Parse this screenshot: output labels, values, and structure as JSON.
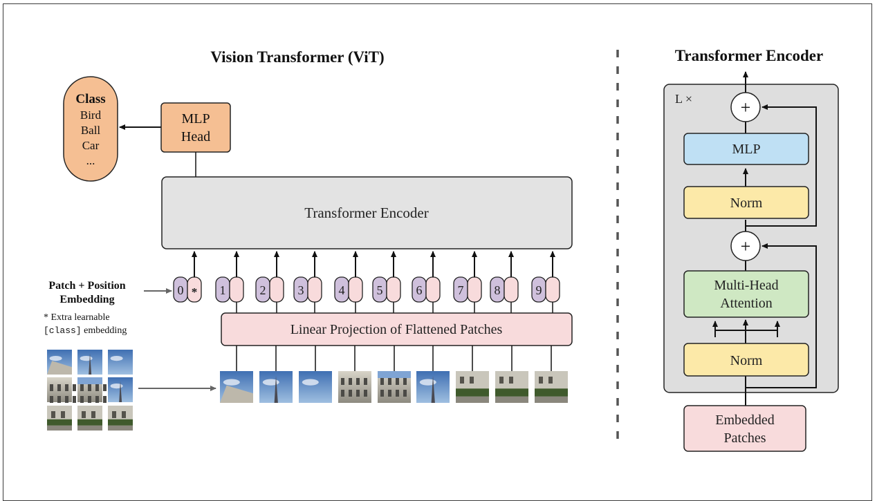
{
  "vit": {
    "title": "Vision Transformer (ViT)",
    "mlp_head": {
      "line1": "MLP",
      "line2": "Head"
    },
    "class_box": {
      "heading": "Class",
      "items": [
        "Bird",
        "Ball",
        "Car",
        "..."
      ]
    },
    "encoder_label": "Transformer Encoder",
    "embedding_label": {
      "line1": "Patch + Position",
      "line2": "Embedding"
    },
    "extra_note": {
      "line1": "* Extra learnable",
      "line2_code": "[class]",
      "line2_rest": " embedding"
    },
    "tokens": [
      "0",
      "1",
      "2",
      "3",
      "4",
      "5",
      "6",
      "7",
      "8",
      "9"
    ],
    "class_token_marker": "*",
    "projection_label": "Linear Projection of Flattened Patches",
    "patch_count": 9
  },
  "encoder_detail": {
    "title": "Transformer Encoder",
    "repeat_label": "L ×",
    "plus_symbol": "+",
    "mlp": "MLP",
    "norm_top": "Norm",
    "attention": {
      "line1": "Multi-Head",
      "line2": "Attention"
    },
    "norm_bottom": "Norm",
    "embedded": {
      "line1": "Embedded",
      "line2": "Patches"
    }
  },
  "colors": {
    "class_fill": "#f5bf93",
    "mlp_head_fill": "#f5bf93",
    "encoder_fill": "#e3e3e3",
    "token_purple": "#cfc0dc",
    "token_pink": "#f8dbdc",
    "projection_fill": "#f8dbdc",
    "mlp_blue": "#bfe0f4",
    "norm_yellow": "#fce9a8",
    "attention_green": "#cfe8c3",
    "embedded_pink": "#f8dbdc",
    "panel_gray": "#dedede"
  }
}
